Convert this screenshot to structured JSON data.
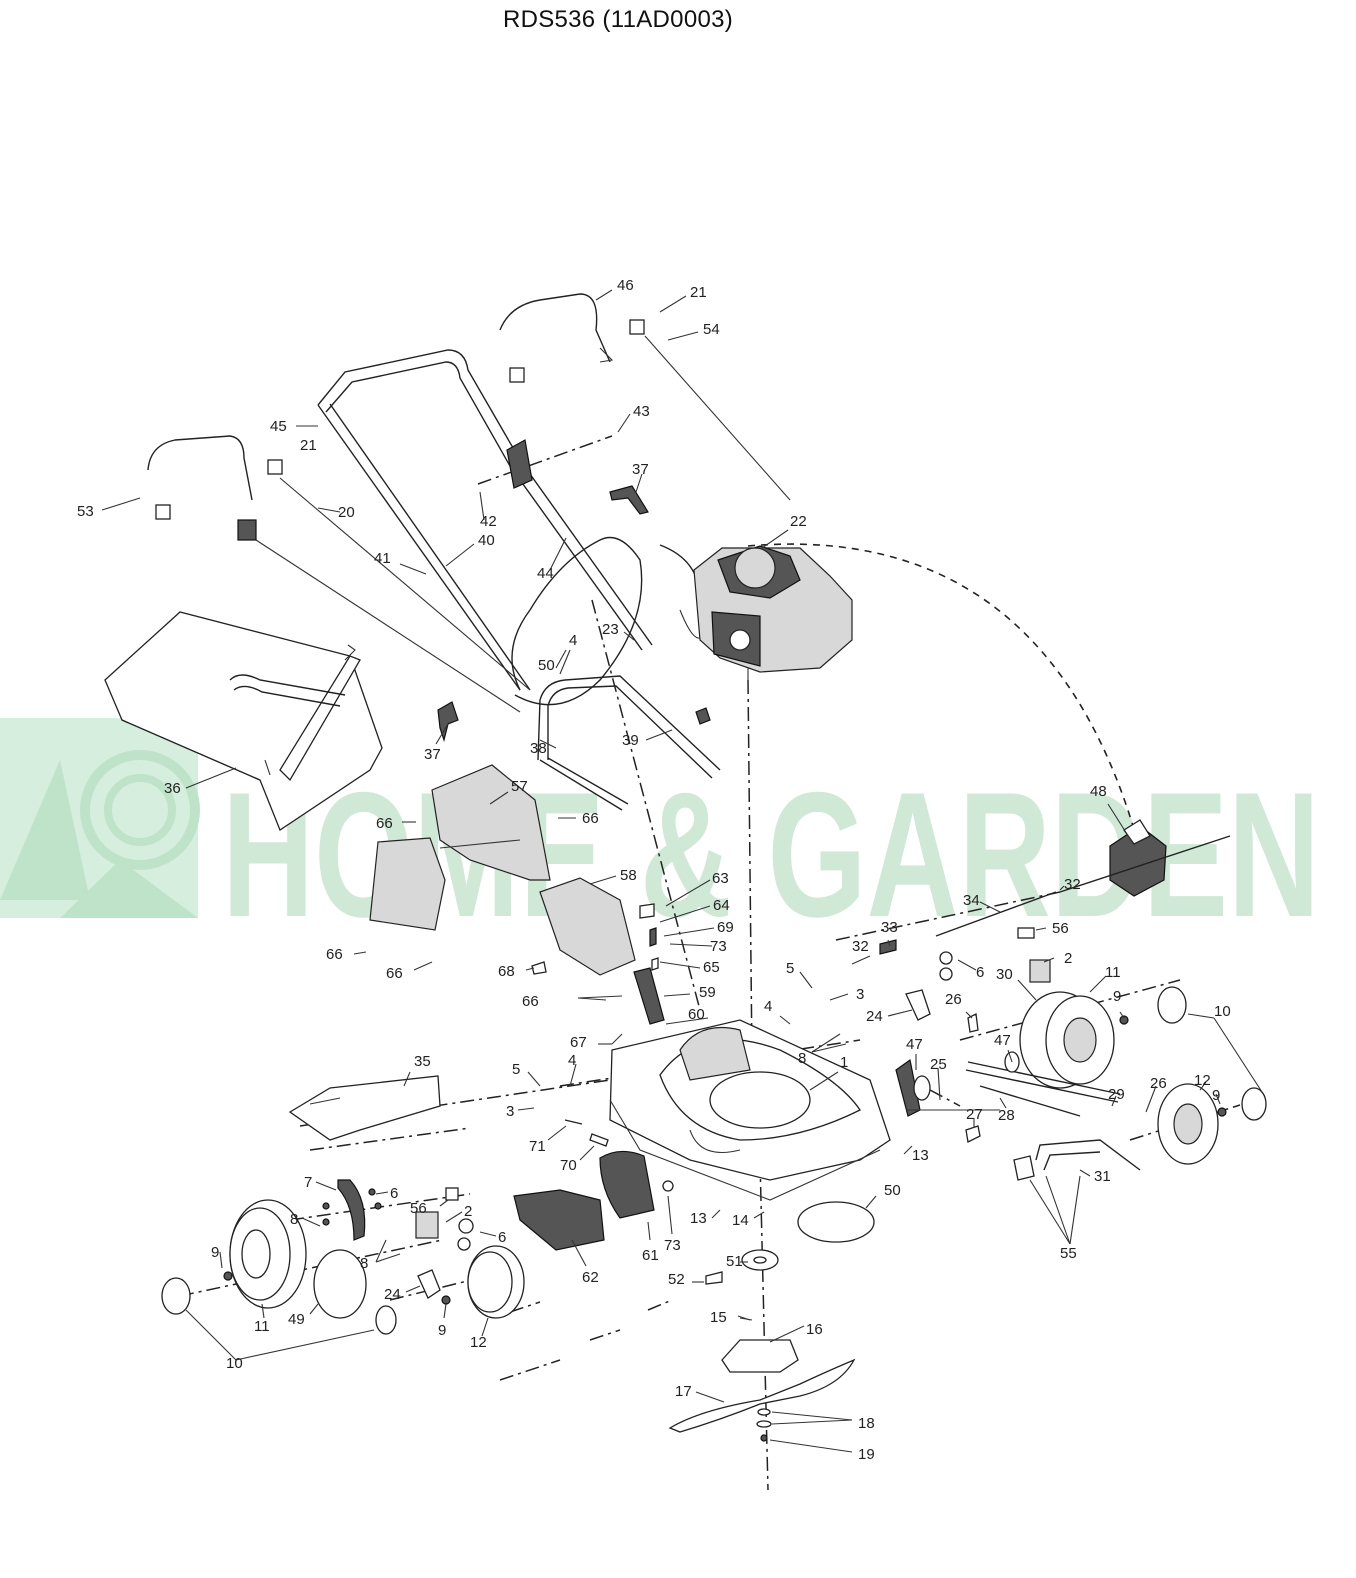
{
  "title": "RDS536 (11AD0003)",
  "watermark": {
    "text": "HOME & GARDEN",
    "color": "#cfe9d6"
  },
  "callouts": [
    {
      "id": "c46",
      "text": "46"
    },
    {
      "id": "c21a",
      "text": "21"
    },
    {
      "id": "c54",
      "text": "54"
    },
    {
      "id": "c45",
      "text": "45"
    },
    {
      "id": "c21b",
      "text": "21"
    },
    {
      "id": "c43",
      "text": "43"
    },
    {
      "id": "c53",
      "text": "53"
    },
    {
      "id": "c20",
      "text": "20"
    },
    {
      "id": "c37a",
      "text": "37"
    },
    {
      "id": "c42",
      "text": "42"
    },
    {
      "id": "c40",
      "text": "40"
    },
    {
      "id": "c22",
      "text": "22"
    },
    {
      "id": "c41",
      "text": "41"
    },
    {
      "id": "c44",
      "text": "44"
    },
    {
      "id": "c23",
      "text": "23"
    },
    {
      "id": "c4a",
      "text": "4"
    },
    {
      "id": "c50a",
      "text": "50"
    },
    {
      "id": "c37b",
      "text": "37"
    },
    {
      "id": "c38",
      "text": "38"
    },
    {
      "id": "c39",
      "text": "39"
    },
    {
      "id": "c36",
      "text": "36"
    },
    {
      "id": "c57",
      "text": "57"
    },
    {
      "id": "c48",
      "text": "48"
    },
    {
      "id": "c66a",
      "text": "66"
    },
    {
      "id": "c66b",
      "text": "66"
    },
    {
      "id": "c58",
      "text": "58"
    },
    {
      "id": "c63",
      "text": "63"
    },
    {
      "id": "c32a",
      "text": "32"
    },
    {
      "id": "c64",
      "text": "64"
    },
    {
      "id": "c34",
      "text": "34"
    },
    {
      "id": "c69",
      "text": "69"
    },
    {
      "id": "c33",
      "text": "33"
    },
    {
      "id": "c56a",
      "text": "56"
    },
    {
      "id": "c73a",
      "text": "73"
    },
    {
      "id": "c32b",
      "text": "32"
    },
    {
      "id": "c66c",
      "text": "66"
    },
    {
      "id": "c66d",
      "text": "66"
    },
    {
      "id": "c65",
      "text": "65"
    },
    {
      "id": "c68",
      "text": "68"
    },
    {
      "id": "c2a",
      "text": "2"
    },
    {
      "id": "c6a",
      "text": "6"
    },
    {
      "id": "c5a",
      "text": "5"
    },
    {
      "id": "c11a",
      "text": "11"
    },
    {
      "id": "c30",
      "text": "30"
    },
    {
      "id": "c3a",
      "text": "3"
    },
    {
      "id": "c66e",
      "text": "66"
    },
    {
      "id": "c59",
      "text": "59"
    },
    {
      "id": "c9a",
      "text": "9"
    },
    {
      "id": "c26a",
      "text": "26"
    },
    {
      "id": "c10a",
      "text": "10"
    },
    {
      "id": "c4b",
      "text": "4"
    },
    {
      "id": "c24a",
      "text": "24"
    },
    {
      "id": "c60",
      "text": "60"
    },
    {
      "id": "c47a",
      "text": "47"
    },
    {
      "id": "c67",
      "text": "67"
    },
    {
      "id": "c8a",
      "text": "8"
    },
    {
      "id": "c1",
      "text": "1"
    },
    {
      "id": "c47b",
      "text": "47"
    },
    {
      "id": "c35",
      "text": "35"
    },
    {
      "id": "c25",
      "text": "25"
    },
    {
      "id": "c5b",
      "text": "5"
    },
    {
      "id": "c4c",
      "text": "4"
    },
    {
      "id": "c12a",
      "text": "12"
    },
    {
      "id": "c26b",
      "text": "26"
    },
    {
      "id": "c29",
      "text": "29"
    },
    {
      "id": "c9b",
      "text": "9"
    },
    {
      "id": "c3b",
      "text": "3"
    },
    {
      "id": "c28",
      "text": "28"
    },
    {
      "id": "c27",
      "text": "27"
    },
    {
      "id": "c71",
      "text": "71"
    },
    {
      "id": "c70",
      "text": "70"
    },
    {
      "id": "c13a",
      "text": "13"
    },
    {
      "id": "c31",
      "text": "31"
    },
    {
      "id": "c7",
      "text": "7"
    },
    {
      "id": "c6b",
      "text": "6"
    },
    {
      "id": "c56b",
      "text": "56"
    },
    {
      "id": "c2b",
      "text": "2"
    },
    {
      "id": "c50b",
      "text": "50"
    },
    {
      "id": "c8b",
      "text": "8"
    },
    {
      "id": "c13b",
      "text": "13"
    },
    {
      "id": "c14",
      "text": "14"
    },
    {
      "id": "c6c",
      "text": "6"
    },
    {
      "id": "c8c",
      "text": "8"
    },
    {
      "id": "c61",
      "text": "61"
    },
    {
      "id": "c73b",
      "text": "73"
    },
    {
      "id": "c55",
      "text": "55"
    },
    {
      "id": "c9c",
      "text": "9"
    },
    {
      "id": "c62",
      "text": "62"
    },
    {
      "id": "c51",
      "text": "51"
    },
    {
      "id": "c52",
      "text": "52"
    },
    {
      "id": "c24b",
      "text": "24"
    },
    {
      "id": "c11b",
      "text": "11"
    },
    {
      "id": "c49",
      "text": "49"
    },
    {
      "id": "c9d",
      "text": "9"
    },
    {
      "id": "c12b",
      "text": "12"
    },
    {
      "id": "c15",
      "text": "15"
    },
    {
      "id": "c16",
      "text": "16"
    },
    {
      "id": "c10b",
      "text": "10"
    },
    {
      "id": "c17",
      "text": "17"
    },
    {
      "id": "c18",
      "text": "18"
    },
    {
      "id": "c19",
      "text": "19"
    }
  ]
}
